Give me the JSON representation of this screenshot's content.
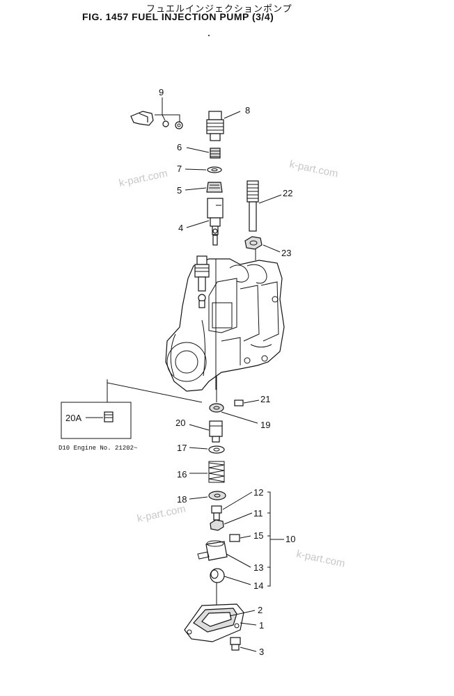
{
  "header": {
    "jp_title": "フュエルインジェクションポンプ",
    "fig_title": "FIG. 1457  FUEL INJECTION PUMP (3/4)"
  },
  "inset": {
    "label": "20A",
    "note": "D10  Engine No. 21202~"
  },
  "watermarks": [
    "k-part.com",
    "k-part.com",
    "k-part.com",
    "k-part.com"
  ],
  "callouts": [
    {
      "id": "9",
      "label": "9"
    },
    {
      "id": "8",
      "label": "8"
    },
    {
      "id": "6",
      "label": "6"
    },
    {
      "id": "7",
      "label": "7"
    },
    {
      "id": "5",
      "label": "5"
    },
    {
      "id": "22",
      "label": "22"
    },
    {
      "id": "4",
      "label": "4"
    },
    {
      "id": "23",
      "label": "23"
    },
    {
      "id": "21",
      "label": "21"
    },
    {
      "id": "19",
      "label": "19"
    },
    {
      "id": "20",
      "label": "20"
    },
    {
      "id": "17",
      "label": "17"
    },
    {
      "id": "16",
      "label": "16"
    },
    {
      "id": "18",
      "label": "18"
    },
    {
      "id": "12",
      "label": "12"
    },
    {
      "id": "11",
      "label": "11"
    },
    {
      "id": "15",
      "label": "15"
    },
    {
      "id": "10",
      "label": "10"
    },
    {
      "id": "13",
      "label": "13"
    },
    {
      "id": "14",
      "label": "14"
    },
    {
      "id": "2",
      "label": "2"
    },
    {
      "id": "1",
      "label": "1"
    },
    {
      "id": "3",
      "label": "3"
    }
  ]
}
